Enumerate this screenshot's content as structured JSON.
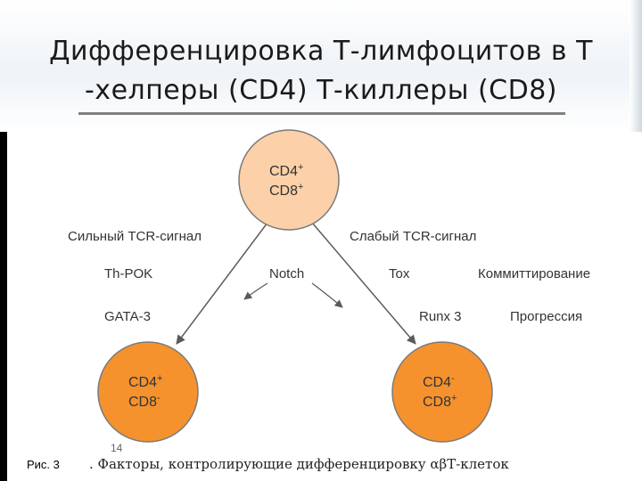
{
  "slide": {
    "title_line1": "Дифференцировка Т-лимфоцитов в Т",
    "title_line2": "-хелперы (CD4)  Т-киллеры (CD8)",
    "page_number": "14",
    "figure_label": "Рис. 3"
  },
  "diagram": {
    "top_node": {
      "line1_base": "CD4",
      "line1_sup": "+",
      "line2_base": "CD8",
      "line2_sup": "+"
    },
    "left_node": {
      "line1_base": "CD4",
      "line1_sup": "+",
      "line2_base": "CD8",
      "line2_sup": "-"
    },
    "right_node": {
      "line1_base": "CD4",
      "line1_sup": "-",
      "line2_base": "CD8",
      "line2_sup": "+"
    },
    "labels": {
      "strong_signal": "Сильный TCR-сигнал",
      "weak_signal": "Слабый TCR-сигнал",
      "th_pok": "Th-POK",
      "notch": "Notch",
      "tox": "Tox",
      "commitment": "Коммиттирование",
      "gata3": "GATA-3",
      "runx3": "Runx 3",
      "progression": "Прогрессия"
    },
    "caption": ". Факторы, контролирующие дифференцировку αβТ-клеток",
    "colors": {
      "top_node_fill": "#fcd0a8",
      "bottom_node_fill": "#f5922e",
      "node_stroke": "#7a7a7a",
      "arrow": "#5a5a5a"
    }
  }
}
